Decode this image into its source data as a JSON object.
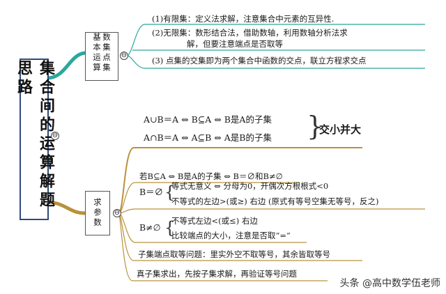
{
  "root": {
    "title": "集合间的运算解题思路",
    "toggle": "⊖"
  },
  "branch1": {
    "title": "数集点集基本运算",
    "toggle": "⊖",
    "items": [
      "(1)有限集：定义法求解，注意集合中元素的互异性.",
      "(2)无限集：数形结合法，借助数轴，利用数轴分析法求",
      "解，但要注意端点是否取等",
      "(3) 点集的交集即为两个集合中函数的交点，联立方程求交点"
    ]
  },
  "formulas": {
    "union": "A∪B＝A ⇔ B⊆A ⇔ B是A的子集",
    "intersection": "A∩B＝A ⇔ A⊆B ⇔ A是B的子集",
    "summary": "交小并大"
  },
  "branch2": {
    "title": "求参数",
    "toggle": "⊖",
    "subset_line": "若B⊆A ⇔ B是A的子集 ⇔ B＝∅和B≠∅",
    "empty_label": "B＝∅",
    "empty_items": [
      "等式无意义 ⇔ 分母为0，开偶次方根根式<0",
      "不等式的左边>(或≥) 右边 (原式有等号空集无等号，反之)"
    ],
    "nonempty_label": "B≠∅",
    "nonempty_items": [
      "不等式左边<(或≤) 右边",
      "比较端点的大小，注意是否取“=”"
    ],
    "endpoint_line": "子集端点取等问题：里实外空不取等号，其余皆取等号",
    "proper_line": "真子集求出，先按子集求解，再验证等号问题"
  },
  "watermark": "头条 @高中数学伍老师",
  "colors": {
    "teal": "#2aa89a",
    "gold": "#b8923a",
    "root_border": "#2e4a7a"
  }
}
